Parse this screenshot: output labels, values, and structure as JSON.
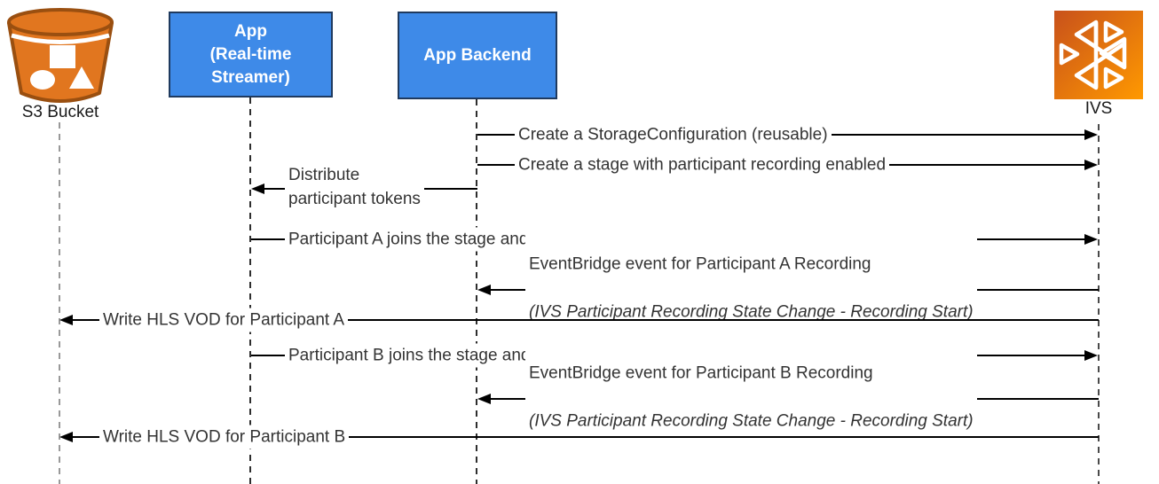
{
  "diagram": {
    "type": "sequence-diagram",
    "actors": {
      "s3": {
        "label": "S3 Bucket",
        "icon": "s3-bucket-icon"
      },
      "app": {
        "label": "App\n(Real-time\nStreamer)"
      },
      "backend": {
        "label": "App Backend"
      },
      "ivs": {
        "label": "IVS",
        "icon": "ivs-icon"
      }
    },
    "messages": [
      {
        "from": "App Backend",
        "to": "IVS",
        "direction": "right",
        "text": "Create a StorageConfiguration (reusable)"
      },
      {
        "from": "App Backend",
        "to": "IVS",
        "direction": "right",
        "text": "Create a stage with participant recording enabled"
      },
      {
        "from": "App Backend",
        "to": "App",
        "direction": "left",
        "text": "Distribute\nparticipant tokens"
      },
      {
        "from": "App",
        "to": "IVS",
        "direction": "right",
        "text": "Participant A joins the stage and starts publishing"
      },
      {
        "from": "IVS",
        "to": "App Backend",
        "direction": "left",
        "text1": "EventBridge event for Participant A Recording",
        "text2": "(IVS Participant Recording State Change - Recording Start)"
      },
      {
        "from": "IVS",
        "to": "S3 Bucket",
        "direction": "left",
        "text": "Write HLS VOD for Participant A"
      },
      {
        "from": "App",
        "to": "IVS",
        "direction": "right",
        "text": "Participant B joins the stage and starts publishing"
      },
      {
        "from": "IVS",
        "to": "App Backend",
        "direction": "left",
        "text1": "EventBridge event for Participant B Recording",
        "text2": "(IVS Participant Recording State Change - Recording Start)"
      },
      {
        "from": "IVS",
        "to": "S3 Bucket",
        "direction": "left",
        "text": "Write HLS VOD for Participant B"
      }
    ],
    "colors": {
      "actor_box_fill": "#3e8ae8",
      "actor_box_border": "#1f3a5f",
      "s3_orange": "#e1761f",
      "s3_outline": "#9a4f10",
      "ivs_gradient_start": "#c8511b",
      "ivs_gradient_end": "#ff9900",
      "message_line": "#000000",
      "message_text": "#333333",
      "lifeline_gray": "#999999",
      "lifeline_dark": "#2e2e2e"
    }
  }
}
